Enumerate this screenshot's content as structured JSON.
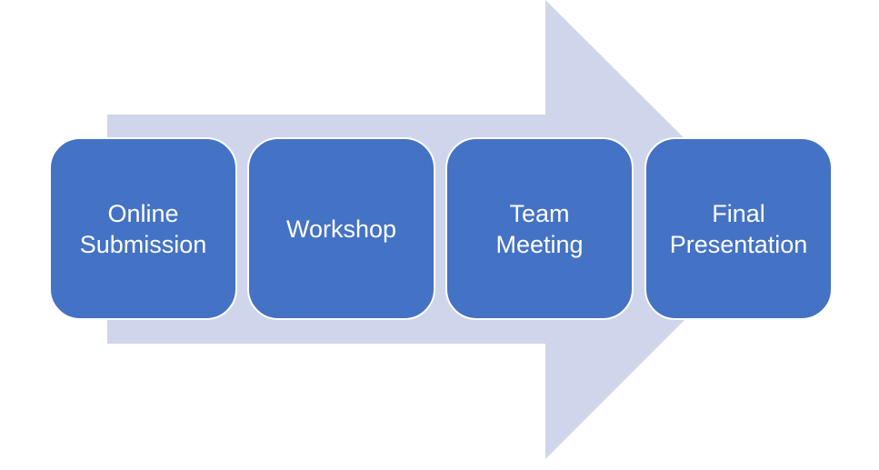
{
  "colors": {
    "arrow": "#CFD5EA",
    "box": "#4472C4",
    "text": "#FFFFFF"
  },
  "steps": [
    {
      "lines": [
        "Online",
        "Submission"
      ]
    },
    {
      "lines": [
        "Workshop"
      ]
    },
    {
      "lines": [
        "Team",
        "Meeting"
      ]
    },
    {
      "lines": [
        "Final",
        "Presentation"
      ]
    }
  ]
}
